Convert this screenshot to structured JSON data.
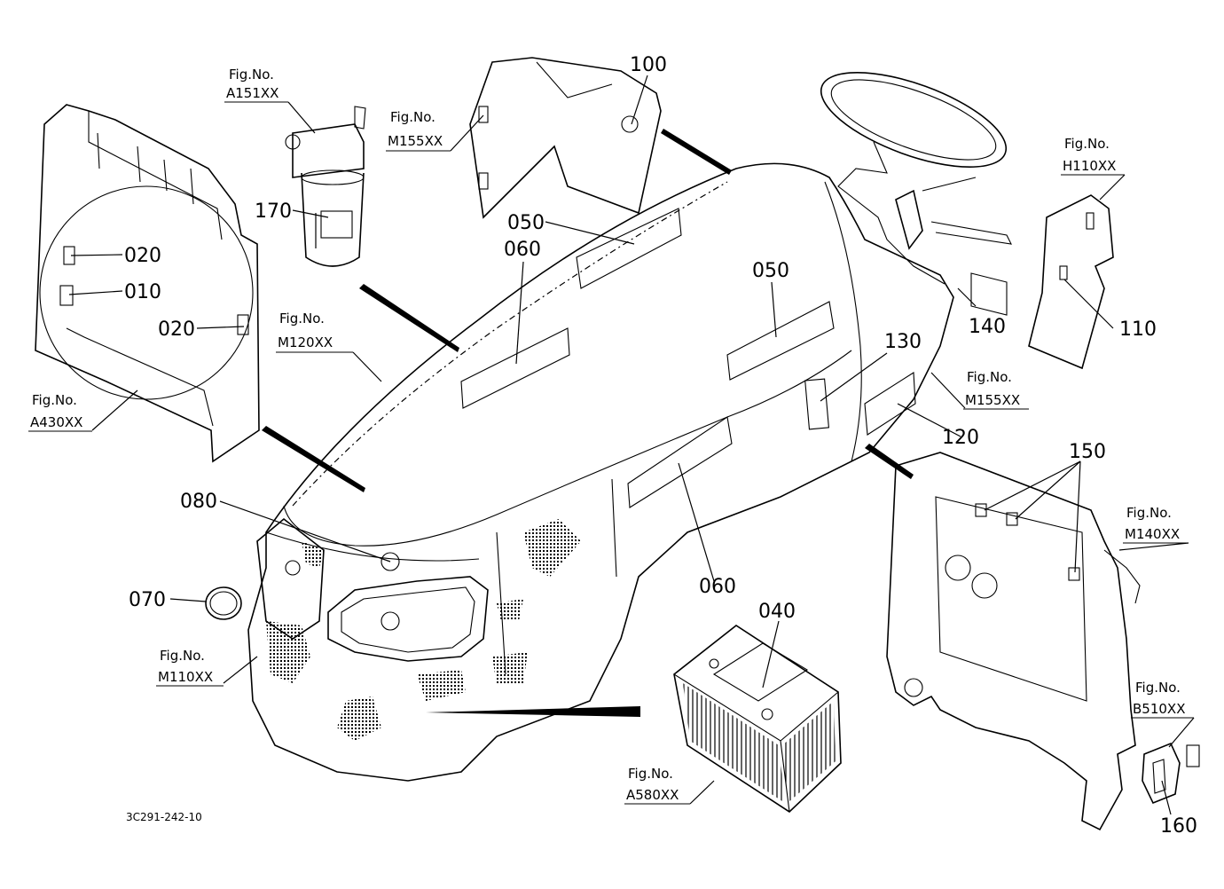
{
  "figure_code": "3C291-242-10",
  "figref_caption": "Fig.No.",
  "part_labels": [
    {
      "id": "p100",
      "text": "100"
    },
    {
      "id": "p170",
      "text": "170"
    },
    {
      "id": "p050a",
      "text": "050"
    },
    {
      "id": "p060a",
      "text": "060"
    },
    {
      "id": "p050b",
      "text": "050"
    },
    {
      "id": "p020a",
      "text": "020"
    },
    {
      "id": "p010",
      "text": "010"
    },
    {
      "id": "p020b",
      "text": "020"
    },
    {
      "id": "p130",
      "text": "130"
    },
    {
      "id": "p140",
      "text": "140"
    },
    {
      "id": "p110",
      "text": "110"
    },
    {
      "id": "p120",
      "text": "120"
    },
    {
      "id": "p150",
      "text": "150"
    },
    {
      "id": "p080",
      "text": "080"
    },
    {
      "id": "p070",
      "text": "070"
    },
    {
      "id": "p060b",
      "text": "060"
    },
    {
      "id": "p040",
      "text": "040"
    },
    {
      "id": "p160",
      "text": "160"
    }
  ],
  "fig_refs": [
    {
      "id": "f_a151",
      "code": "A151XX"
    },
    {
      "id": "f_m155a",
      "code": "M155XX"
    },
    {
      "id": "f_h110",
      "code": "H110XX"
    },
    {
      "id": "f_m120",
      "code": "M120XX"
    },
    {
      "id": "f_a430",
      "code": "A430XX"
    },
    {
      "id": "f_m155b",
      "code": "M155XX"
    },
    {
      "id": "f_m140",
      "code": "M140XX"
    },
    {
      "id": "f_m110",
      "code": "M110XX"
    },
    {
      "id": "f_b510",
      "code": "B510XX"
    },
    {
      "id": "f_a580",
      "code": "A580XX"
    }
  ]
}
